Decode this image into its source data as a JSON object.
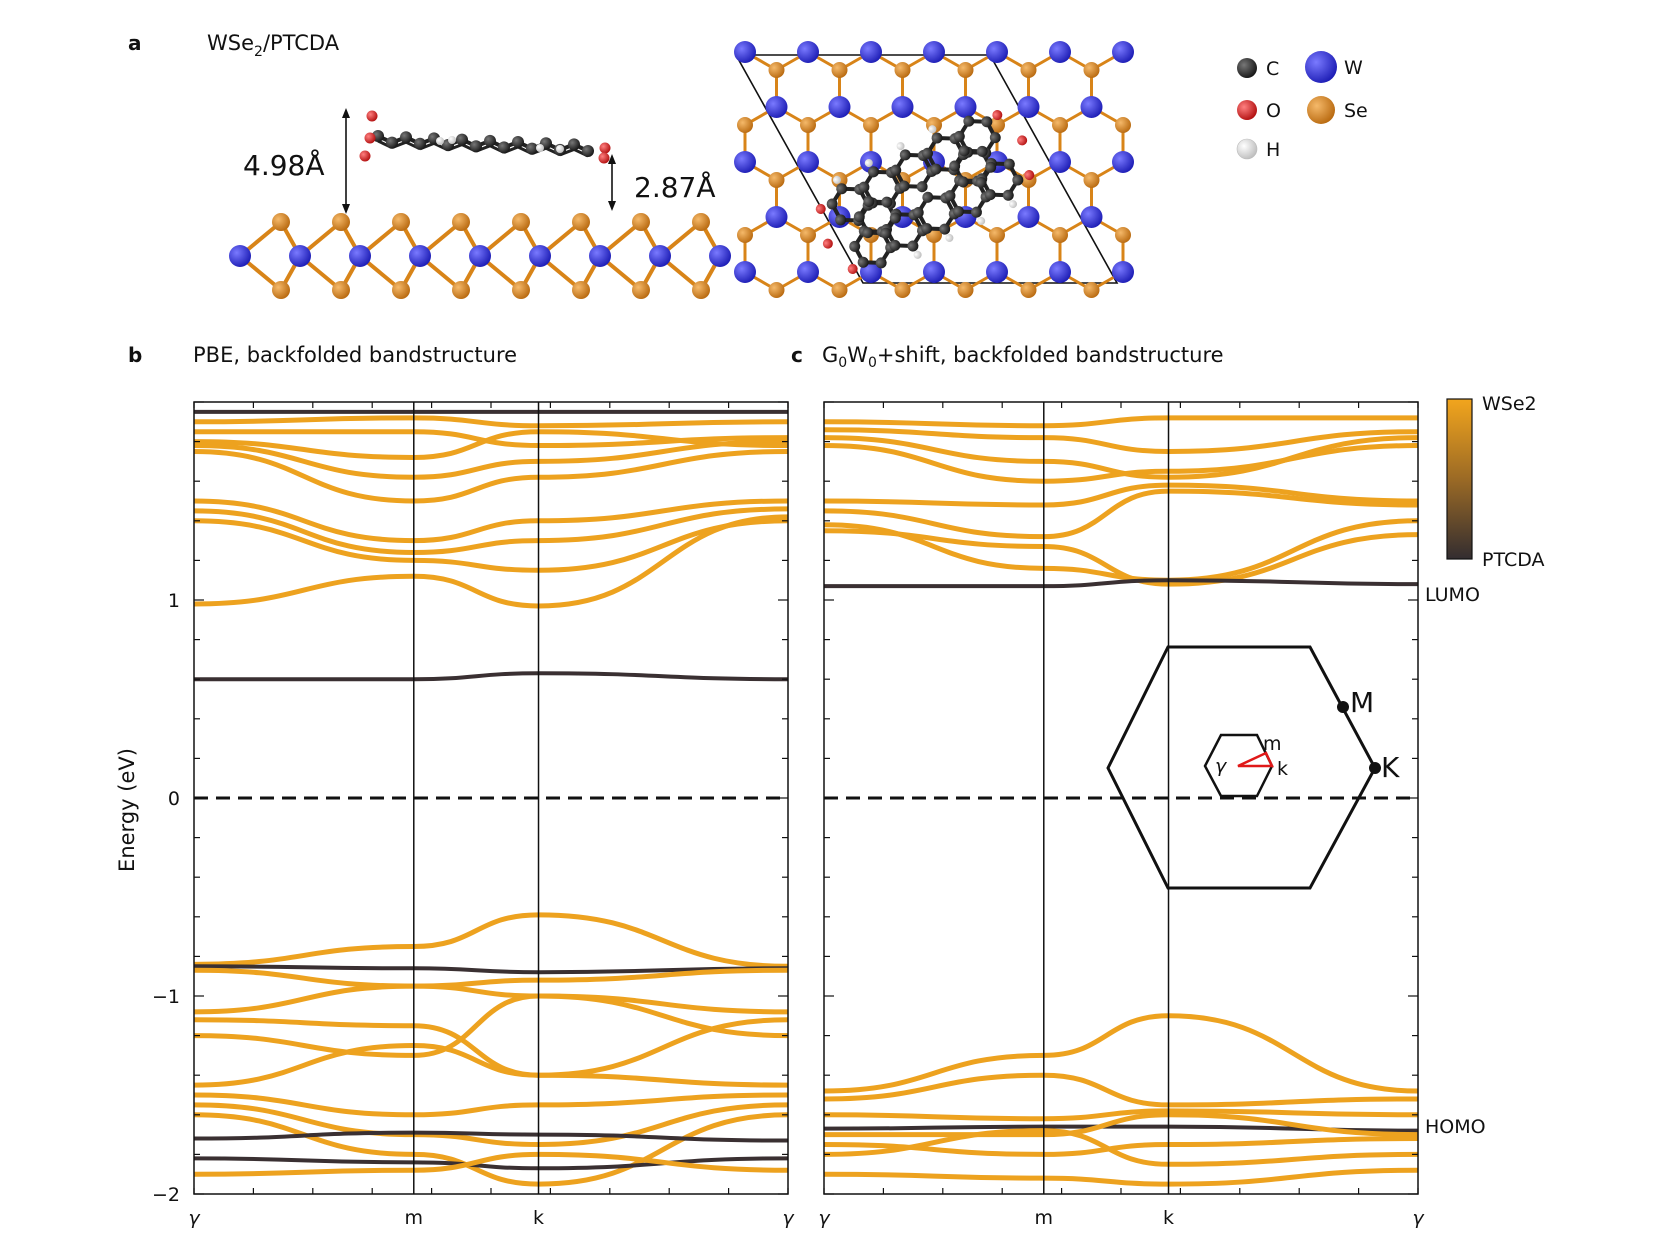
{
  "colors": {
    "wse2": "#eda21f",
    "ptcda": "#3a3032",
    "W": "#2b2bd6",
    "Se": "#d88418",
    "C": "#2a2a2a",
    "O": "#d91c1c",
    "H": "#e4e4e4"
  },
  "panel_a": {
    "label": "a",
    "title_main": "WSe",
    "title_sub": "2",
    "title_rest": "/PTCDA",
    "dist_large": "4.98Å",
    "dist_small": "2.87Å",
    "legend": [
      {
        "key": "C",
        "label": "C"
      },
      {
        "key": "O",
        "label": "O"
      },
      {
        "key": "H",
        "label": "H"
      },
      {
        "key": "W",
        "label": "W"
      },
      {
        "key": "Se",
        "label": "Se"
      }
    ]
  },
  "chart_data": [
    {
      "type": "line",
      "panel_label": "b",
      "title": "PBE, backfolded bandstructure",
      "xlabel": "",
      "ylabel": "Energy (eV)",
      "ylim": [
        -2,
        2
      ],
      "xticks": [
        "γ",
        "m",
        "k",
        "γ"
      ],
      "yticks": [
        -2,
        -1,
        0,
        1
      ],
      "ytick_labels": [
        "−2",
        "−1",
        "0",
        "1"
      ],
      "fermi_level": 0,
      "series": [
        {
          "color": "wse2",
          "points": [
            [
              0,
              0.98
            ],
            [
              0.37,
              1.12
            ],
            [
              0.58,
              0.97
            ],
            [
              1,
              1.42
            ]
          ]
        },
        {
          "color": "wse2",
          "points": [
            [
              0,
              1.4
            ],
            [
              0.37,
              1.2
            ],
            [
              0.58,
              1.15
            ],
            [
              1,
              1.4
            ]
          ]
        },
        {
          "color": "wse2",
          "points": [
            [
              0,
              1.45
            ],
            [
              0.37,
              1.24
            ],
            [
              0.58,
              1.3
            ],
            [
              1,
              1.46
            ]
          ]
        },
        {
          "color": "wse2",
          "points": [
            [
              0,
              1.5
            ],
            [
              0.37,
              1.3
            ],
            [
              0.58,
              1.4
            ],
            [
              1,
              1.5
            ]
          ]
        },
        {
          "color": "wse2",
          "points": [
            [
              0,
              1.75
            ],
            [
              0.37,
              1.5
            ],
            [
              0.58,
              1.62
            ],
            [
              1,
              1.75
            ]
          ]
        },
        {
          "color": "wse2",
          "points": [
            [
              0,
              1.78
            ],
            [
              0.37,
              1.62
            ],
            [
              0.58,
              1.7
            ],
            [
              1,
              1.8
            ]
          ]
        },
        {
          "color": "wse2",
          "points": [
            [
              0,
              1.8
            ],
            [
              0.37,
              1.72
            ],
            [
              0.58,
              1.85
            ],
            [
              1,
              1.78
            ]
          ]
        },
        {
          "color": "wse2",
          "points": [
            [
              0,
              1.85
            ],
            [
              0.37,
              1.85
            ],
            [
              0.58,
              1.78
            ],
            [
              1,
              1.82
            ]
          ]
        },
        {
          "color": "wse2",
          "points": [
            [
              0,
              1.9
            ],
            [
              0.37,
              1.92
            ],
            [
              0.58,
              1.88
            ],
            [
              1,
              1.9
            ]
          ]
        },
        {
          "color": "ptcda",
          "points": [
            [
              0,
              1.95
            ],
            [
              0.37,
              1.95
            ],
            [
              0.58,
              1.95
            ],
            [
              1,
              1.95
            ]
          ]
        },
        {
          "color": "ptcda",
          "points": [
            [
              0,
              0.6
            ],
            [
              0.37,
              0.6
            ],
            [
              0.58,
              0.63
            ],
            [
              1,
              0.6
            ]
          ]
        },
        {
          "color": "wse2",
          "points": [
            [
              0,
              -0.84
            ],
            [
              0.37,
              -0.75
            ],
            [
              0.58,
              -0.59
            ],
            [
              1,
              -0.85
            ]
          ]
        },
        {
          "color": "ptcda",
          "points": [
            [
              0,
              -0.85
            ],
            [
              0.37,
              -0.86
            ],
            [
              0.58,
              -0.88
            ],
            [
              1,
              -0.86
            ]
          ]
        },
        {
          "color": "wse2",
          "points": [
            [
              0,
              -0.87
            ],
            [
              0.37,
              -0.95
            ],
            [
              0.58,
              -0.92
            ],
            [
              1,
              -0.87
            ]
          ]
        },
        {
          "color": "wse2",
          "points": [
            [
              0,
              -1.08
            ],
            [
              0.37,
              -0.95
            ],
            [
              0.58,
              -1.0
            ],
            [
              1,
              -1.08
            ]
          ]
        },
        {
          "color": "wse2",
          "points": [
            [
              0,
              -1.12
            ],
            [
              0.37,
              -1.15
            ],
            [
              0.58,
              -1.4
            ],
            [
              1,
              -1.12
            ]
          ]
        },
        {
          "color": "wse2",
          "points": [
            [
              0,
              -1.2
            ],
            [
              0.37,
              -1.3
            ],
            [
              0.58,
              -1.0
            ],
            [
              1,
              -1.2
            ]
          ]
        },
        {
          "color": "wse2",
          "points": [
            [
              0,
              -1.45
            ],
            [
              0.37,
              -1.25
            ],
            [
              0.58,
              -1.4
            ],
            [
              1,
              -1.45
            ]
          ]
        },
        {
          "color": "wse2",
          "points": [
            [
              0,
              -1.5
            ],
            [
              0.37,
              -1.6
            ],
            [
              0.58,
              -1.55
            ],
            [
              1,
              -1.5
            ]
          ]
        },
        {
          "color": "wse2",
          "points": [
            [
              0,
              -1.55
            ],
            [
              0.37,
              -1.7
            ],
            [
              0.58,
              -1.75
            ],
            [
              1,
              -1.55
            ]
          ]
        },
        {
          "color": "wse2",
          "points": [
            [
              0,
              -1.6
            ],
            [
              0.37,
              -1.8
            ],
            [
              0.58,
              -1.95
            ],
            [
              1,
              -1.6
            ]
          ]
        },
        {
          "color": "ptcda",
          "points": [
            [
              0,
              -1.72
            ],
            [
              0.37,
              -1.69
            ],
            [
              0.58,
              -1.7
            ],
            [
              1,
              -1.73
            ]
          ]
        },
        {
          "color": "ptcda",
          "points": [
            [
              0,
              -1.82
            ],
            [
              0.37,
              -1.84
            ],
            [
              0.58,
              -1.87
            ],
            [
              1,
              -1.82
            ]
          ]
        },
        {
          "color": "wse2",
          "points": [
            [
              0,
              -1.9
            ],
            [
              0.37,
              -1.88
            ],
            [
              0.58,
              -1.8
            ],
            [
              1,
              -1.88
            ]
          ]
        }
      ]
    },
    {
      "type": "line",
      "panel_label": "c",
      "title_pre": "G",
      "title_sub1": "0",
      "title_mid": "W",
      "title_sub2": "0",
      "title_post": "+shift, backfolded bandstructure",
      "xlabel": "",
      "ylabel": "",
      "ylim": [
        -2,
        2
      ],
      "xticks": [
        "γ",
        "m",
        "k",
        "γ"
      ],
      "fermi_level": 0,
      "annotations": [
        {
          "text": "LUMO",
          "y": 1.07
        },
        {
          "text": "HOMO",
          "y": -1.68
        }
      ],
      "series": [
        {
          "color": "wse2",
          "points": [
            [
              0,
              1.38
            ],
            [
              0.37,
              1.16
            ],
            [
              0.58,
              1.1
            ],
            [
              1,
              1.4
            ]
          ]
        },
        {
          "color": "wse2",
          "points": [
            [
              0,
              1.35
            ],
            [
              0.37,
              1.27
            ],
            [
              0.58,
              1.08
            ],
            [
              1,
              1.33
            ]
          ]
        },
        {
          "color": "wse2",
          "points": [
            [
              0,
              1.45
            ],
            [
              0.37,
              1.32
            ],
            [
              0.58,
              1.55
            ],
            [
              1,
              1.48
            ]
          ]
        },
        {
          "color": "wse2",
          "points": [
            [
              0,
              1.5
            ],
            [
              0.37,
              1.48
            ],
            [
              0.58,
              1.58
            ],
            [
              1,
              1.5
            ]
          ]
        },
        {
          "color": "wse2",
          "points": [
            [
              0,
              1.78
            ],
            [
              0.37,
              1.6
            ],
            [
              0.58,
              1.65
            ],
            [
              1,
              1.78
            ]
          ]
        },
        {
          "color": "wse2",
          "points": [
            [
              0,
              1.82
            ],
            [
              0.37,
              1.7
            ],
            [
              0.58,
              1.62
            ],
            [
              1,
              1.82
            ]
          ]
        },
        {
          "color": "wse2",
          "points": [
            [
              0,
              1.86
            ],
            [
              0.37,
              1.82
            ],
            [
              0.58,
              1.75
            ],
            [
              1,
              1.85
            ]
          ]
        },
        {
          "color": "wse2",
          "points": [
            [
              0,
              1.9
            ],
            [
              0.37,
              1.88
            ],
            [
              0.58,
              1.92
            ],
            [
              1,
              1.92
            ]
          ]
        },
        {
          "color": "ptcda",
          "points": [
            [
              0,
              1.07
            ],
            [
              0.37,
              1.07
            ],
            [
              0.58,
              1.1
            ],
            [
              1,
              1.08
            ]
          ]
        },
        {
          "color": "wse2",
          "points": [
            [
              0,
              -1.48
            ],
            [
              0.37,
              -1.3
            ],
            [
              0.58,
              -1.1
            ],
            [
              1,
              -1.48
            ]
          ]
        },
        {
          "color": "wse2",
          "points": [
            [
              0,
              -1.52
            ],
            [
              0.37,
              -1.4
            ],
            [
              0.58,
              -1.55
            ],
            [
              1,
              -1.52
            ]
          ]
        },
        {
          "color": "wse2",
          "points": [
            [
              0,
              -1.6
            ],
            [
              0.37,
              -1.62
            ],
            [
              0.58,
              -1.58
            ],
            [
              1,
              -1.6
            ]
          ]
        },
        {
          "color": "ptcda",
          "points": [
            [
              0,
              -1.67
            ],
            [
              0.37,
              -1.66
            ],
            [
              0.58,
              -1.66
            ],
            [
              1,
              -1.68
            ]
          ]
        },
        {
          "color": "wse2",
          "points": [
            [
              0,
              -1.7
            ],
            [
              0.37,
              -1.7
            ],
            [
              0.58,
              -1.6
            ],
            [
              1,
              -1.7
            ]
          ]
        },
        {
          "color": "wse2",
          "points": [
            [
              0,
              -1.75
            ],
            [
              0.37,
              -1.8
            ],
            [
              0.58,
              -1.75
            ],
            [
              1,
              -1.72
            ]
          ]
        },
        {
          "color": "wse2",
          "points": [
            [
              0,
              -1.8
            ],
            [
              0.37,
              -1.68
            ],
            [
              0.58,
              -1.85
            ],
            [
              1,
              -1.8
            ]
          ]
        },
        {
          "color": "wse2",
          "points": [
            [
              0,
              -1.9
            ],
            [
              0.37,
              -1.92
            ],
            [
              0.58,
              -1.95
            ],
            [
              1,
              -1.88
            ]
          ]
        }
      ]
    }
  ],
  "colorbar": {
    "top_label": "WSe2",
    "bottom_label": "PTCDA"
  },
  "brillouin_inset": {
    "large_points": [
      "M",
      "K"
    ],
    "small_points": [
      "γ",
      "m",
      "k"
    ]
  }
}
